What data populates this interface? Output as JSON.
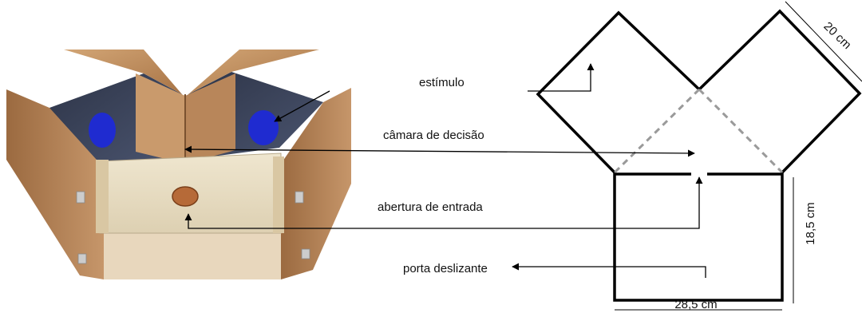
{
  "labels": {
    "stimulus": "estímulo",
    "decision_chamber": "câmara de decisão",
    "entry_opening": "abertura de entrada",
    "sliding_door": "porta deslizante"
  },
  "dimensions": {
    "diamond_side": "20 cm",
    "box_height": "18,5 cm",
    "box_width": "28,5 cm"
  },
  "colors": {
    "wood_light": "#c89a6a",
    "wood_dark": "#8a5a34",
    "panel_gray": "#3c4458",
    "stimulus_blue": "#1f2bd0",
    "dashed_line": "#9a9a9a"
  }
}
